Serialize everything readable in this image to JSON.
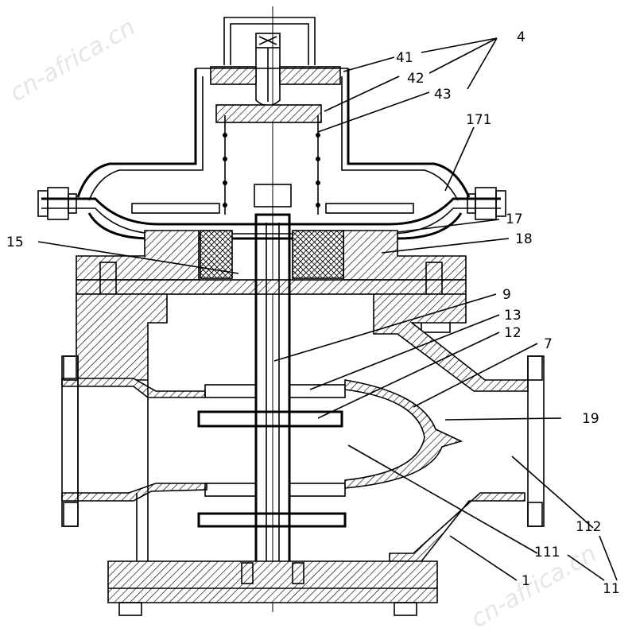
{
  "watermark": "cn-africa.cn",
  "labels": {
    "l4": "4",
    "l41": "41",
    "l42": "42",
    "l43": "43",
    "l171": "171",
    "l17": "17",
    "l18": "18",
    "l15": "15",
    "l9": "9",
    "l13": "13",
    "l12": "12",
    "l7": "7",
    "l19": "19",
    "l112": "112",
    "l111": "111",
    "l1": "1",
    "l11": "11"
  }
}
